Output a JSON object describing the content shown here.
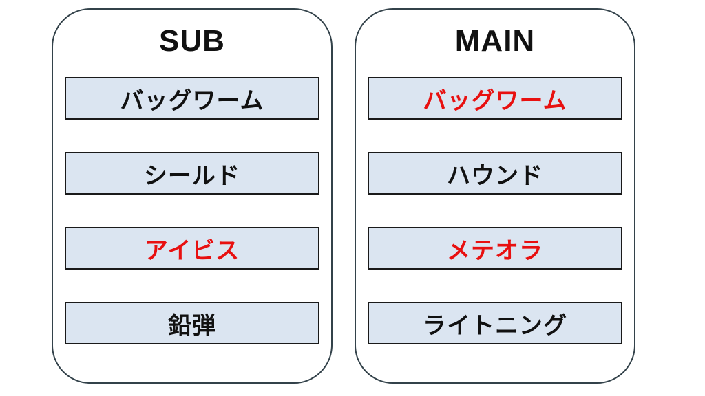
{
  "panels": [
    {
      "title": "SUB",
      "items": [
        {
          "label": "バッグワーム",
          "highlight": false
        },
        {
          "label": "シールド",
          "highlight": false
        },
        {
          "label": "アイビス",
          "highlight": true
        },
        {
          "label": "鉛弾",
          "highlight": false
        }
      ]
    },
    {
      "title": "MAIN",
      "items": [
        {
          "label": "バッグワーム",
          "highlight": true
        },
        {
          "label": "ハウンド",
          "highlight": false
        },
        {
          "label": "メテオラ",
          "highlight": true
        },
        {
          "label": "ライトニング",
          "highlight": false
        }
      ]
    }
  ],
  "colors": {
    "background": "#ffffff",
    "panel_border": "#33424a",
    "slot_fill": "#dbe5f1",
    "slot_border": "#1a1a1a",
    "normal_text": "#111111",
    "highlight_text": "#e81010"
  }
}
